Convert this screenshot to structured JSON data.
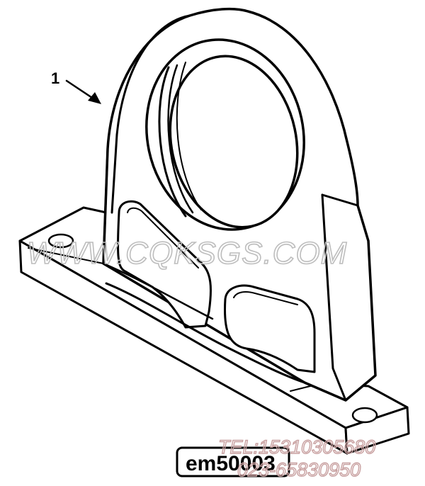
{
  "diagram": {
    "callout_number": "1",
    "part_code": "em50003",
    "watermark_url": "WWW.CQKSGS.COM",
    "watermark_tel": "TEL:15310305680",
    "watermark_phone": "023-65830950"
  },
  "colors": {
    "line": "#000000",
    "background": "#ffffff",
    "watermark": "#c0c0c0",
    "watermark_red": "#d9a0a0"
  }
}
